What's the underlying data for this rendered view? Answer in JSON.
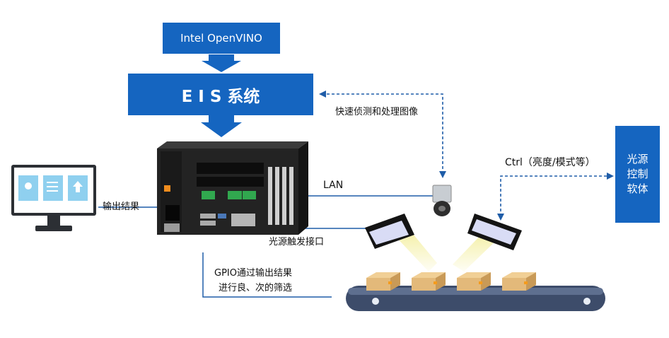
{
  "blocks": {
    "openvino": "Intel OpenVINO",
    "eis": "E I S 系统",
    "light_ctrl": [
      "光源",
      "控制",
      "软体"
    ]
  },
  "labels": {
    "fast_detect": "快速侦测和处理图像",
    "ctrl": "Ctrl（亮度/模式等）",
    "lan": "LAN",
    "output_result": "输出结果",
    "light_trigger": "光源触发接口",
    "gpio_line1": "GPIO通过输出结果",
    "gpio_line2": "进行良、次的筛选"
  },
  "colors": {
    "block": "#1565c0",
    "line": "#1f5da8",
    "belt": "#3d4c6a",
    "box": "#e3b97a"
  }
}
